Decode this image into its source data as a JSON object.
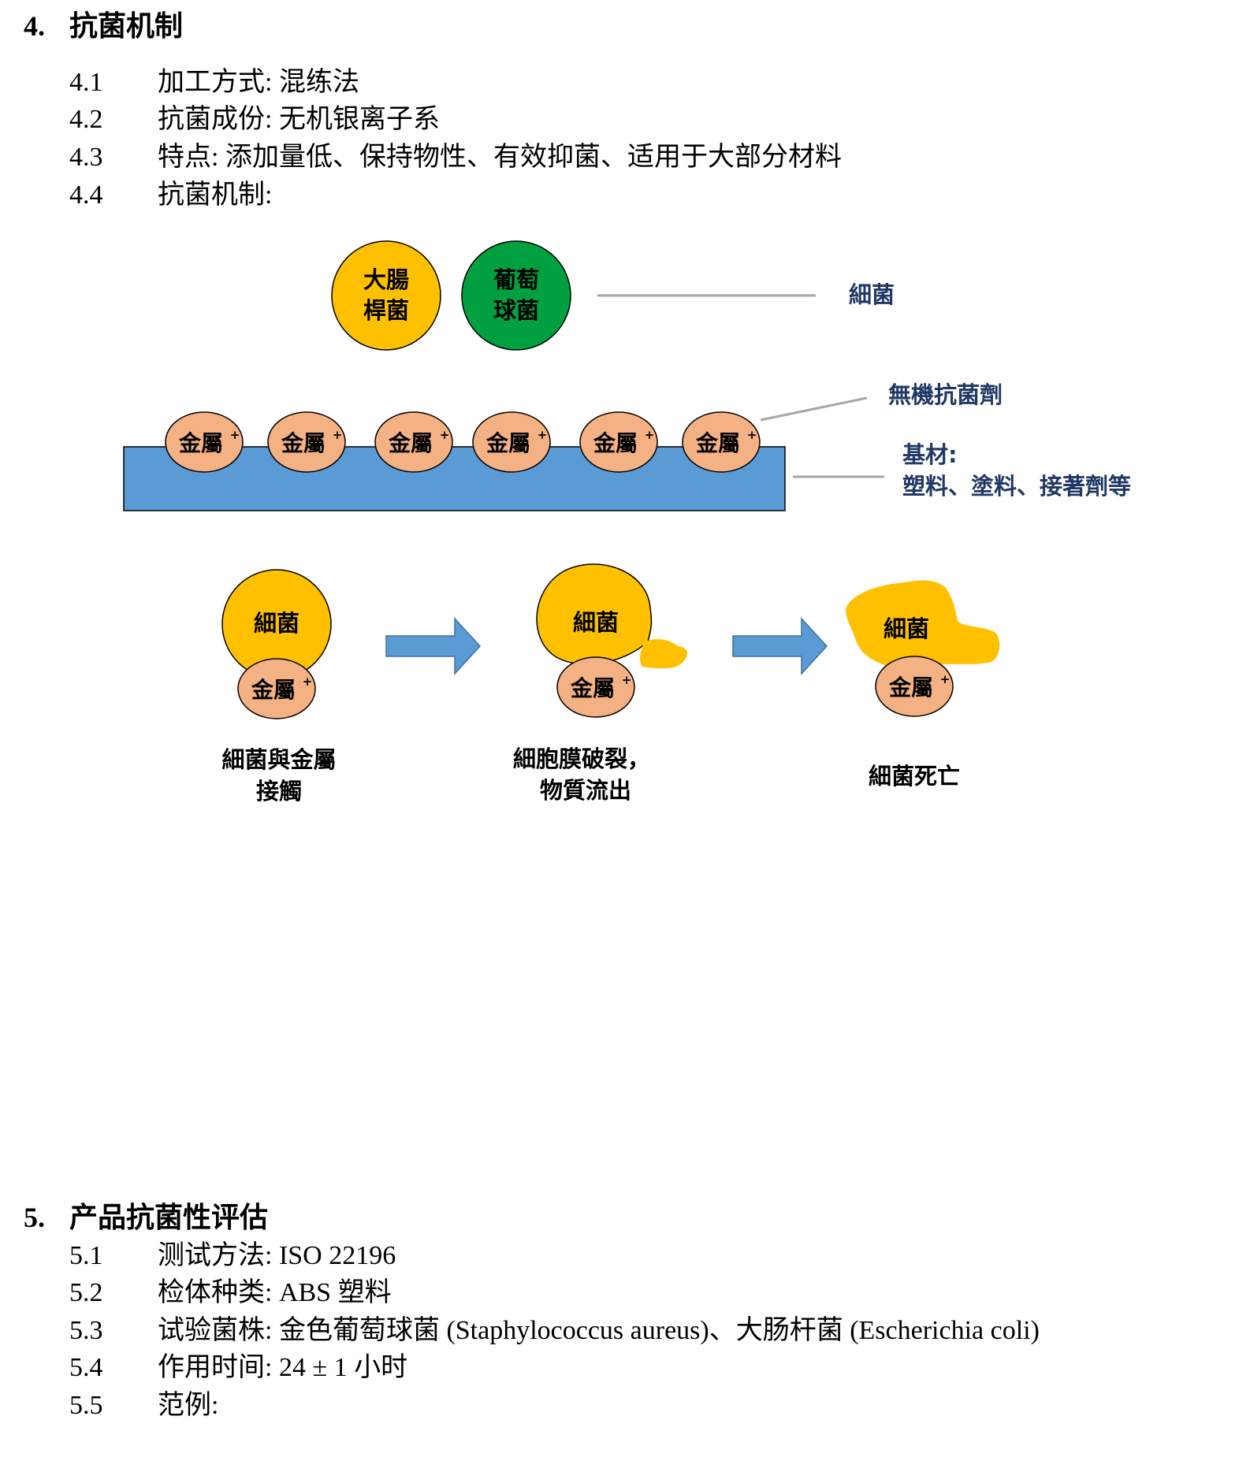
{
  "section4": {
    "num": "4.",
    "title": "抗菌机制",
    "items": [
      {
        "num": "4.1",
        "text": "加工方式: 混练法"
      },
      {
        "num": "4.2",
        "text": "抗菌成份: 无机银离子系"
      },
      {
        "num": "4.3",
        "text": "特点: 添加量低、保持物性、有效抑菌、适用于大部分材料"
      },
      {
        "num": "4.4",
        "text": "抗菌机制:"
      }
    ]
  },
  "diagram": {
    "bacteria1_line1": "大腸",
    "bacteria1_line2": "桿菌",
    "bacteria2_line1": "葡萄",
    "bacteria2_line2": "球菌",
    "bacteria_label": "細菌",
    "agent_label": "無機抗菌劑",
    "metal_label": "金屬",
    "metal_sup": "+",
    "substrate_line1": "基材:",
    "substrate_line2": "塑料、塗料、接著劑等",
    "stage_bacteria": "細菌",
    "stage1_line1": "細菌與金屬",
    "stage1_line2": "接觸",
    "stage2_line1": "細胞膜破裂，",
    "stage2_line2": "物質流出",
    "stage3": "細菌死亡",
    "colors": {
      "yellow": "#FFC000",
      "green": "#00A040",
      "metal_fill": "#F4B183",
      "substrate": "#5B9BD5",
      "label_blue": "#1F3864",
      "arrow": "#5B9BD5",
      "line_gray": "#A6A6A6"
    }
  },
  "section5": {
    "num": "5.",
    "title": "产品抗菌性评估",
    "items": [
      {
        "num": "5.1",
        "text": "测试方法: ISO 22196"
      },
      {
        "num": "5.2",
        "text": "检体种类: ABS 塑料"
      },
      {
        "num": "5.3",
        "text": "试验菌株: 金色葡萄球菌 (Staphylococcus aureus)、大肠杆菌 (Escherichia coli)"
      },
      {
        "num": "5.4",
        "text": "作用时间: 24 ± 1 小时"
      },
      {
        "num": "5.5",
        "text": "范例:"
      }
    ]
  }
}
